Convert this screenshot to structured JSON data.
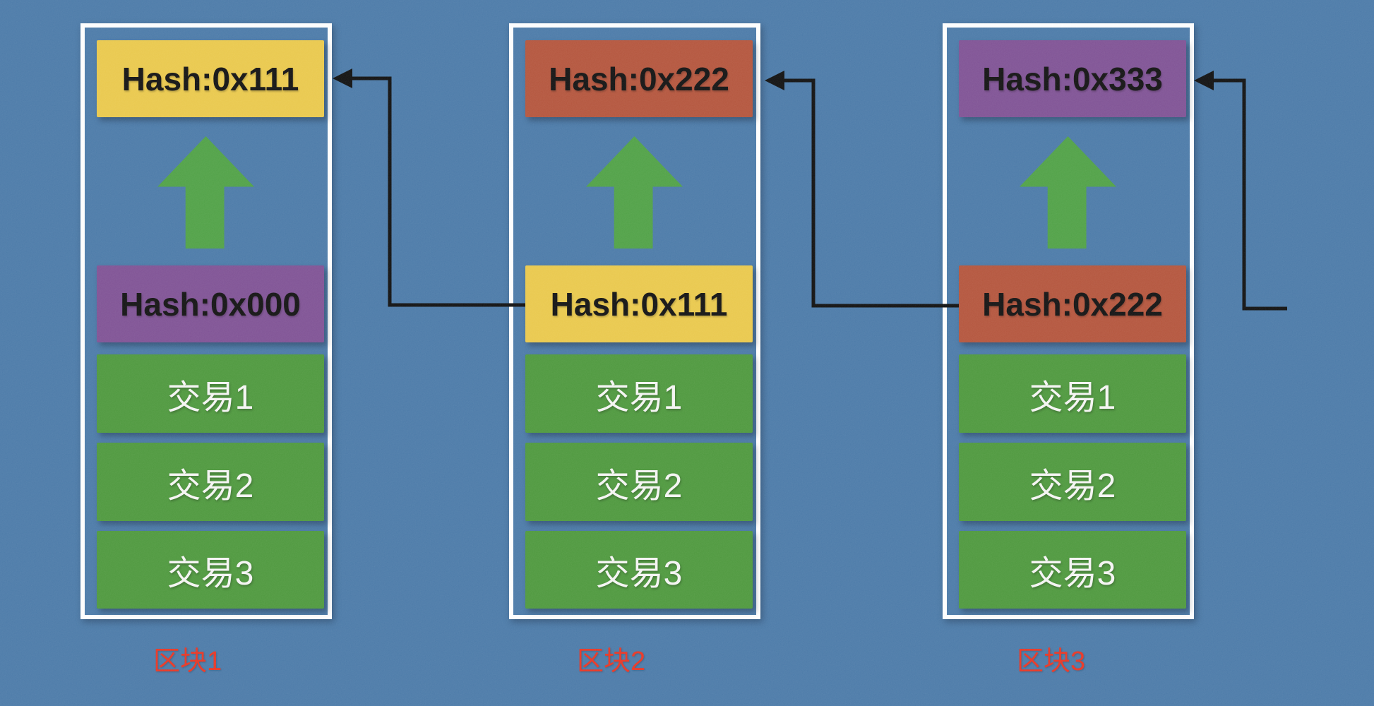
{
  "palette": {
    "background": "#4777A6",
    "block_border": "#FDFDFD",
    "connector": "#0B0B0B",
    "label_red": "#E7311F",
    "hash_yellow": "#E9C748",
    "hash_purple": "#7C4E92",
    "hash_brick_red": "#B25138",
    "transaction_green": "#4A9639",
    "arrow_green": "#4C9F42"
  },
  "blocks": [
    {
      "label": "区块1",
      "current_hash": {
        "text": "Hash:0x111",
        "bg": "#E9C748"
      },
      "prev_hash": {
        "text": "Hash:0x000",
        "bg": "#7C4E92"
      },
      "transactions": [
        "交易1",
        "交易2",
        "交易3"
      ]
    },
    {
      "label": "区块2",
      "current_hash": {
        "text": "Hash:0x222",
        "bg": "#B25138"
      },
      "prev_hash": {
        "text": "Hash:0x111",
        "bg": "#E9C748"
      },
      "transactions": [
        "交易1",
        "交易2",
        "交易3"
      ]
    },
    {
      "label": "区块3",
      "current_hash": {
        "text": "Hash:0x333",
        "bg": "#7C4E92"
      },
      "prev_hash": {
        "text": "Hash:0x222",
        "bg": "#B25138"
      },
      "transactions": [
        "交易1",
        "交易2",
        "交易3"
      ]
    }
  ],
  "connectors": [
    {
      "from_block": "区块2",
      "from_box": "Hash:0x111",
      "to_block": "区块1",
      "to_box": "Hash:0x111"
    },
    {
      "from_block": "区块3",
      "from_box": "Hash:0x222",
      "to_block": "区块2",
      "to_box": "Hash:0x222"
    },
    {
      "from_block": null,
      "from_box": null,
      "to_block": "区块3",
      "to_box": "Hash:0x333"
    }
  ]
}
